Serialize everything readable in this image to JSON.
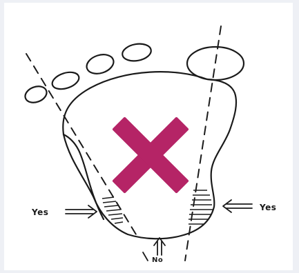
{
  "labels": {
    "left_yes": "Yes",
    "right_yes": "Yes",
    "bottom_no": "No"
  },
  "mark": {
    "color": "#b52466",
    "icon": "x-cross-icon"
  },
  "ink_color": "#1a1a1a"
}
